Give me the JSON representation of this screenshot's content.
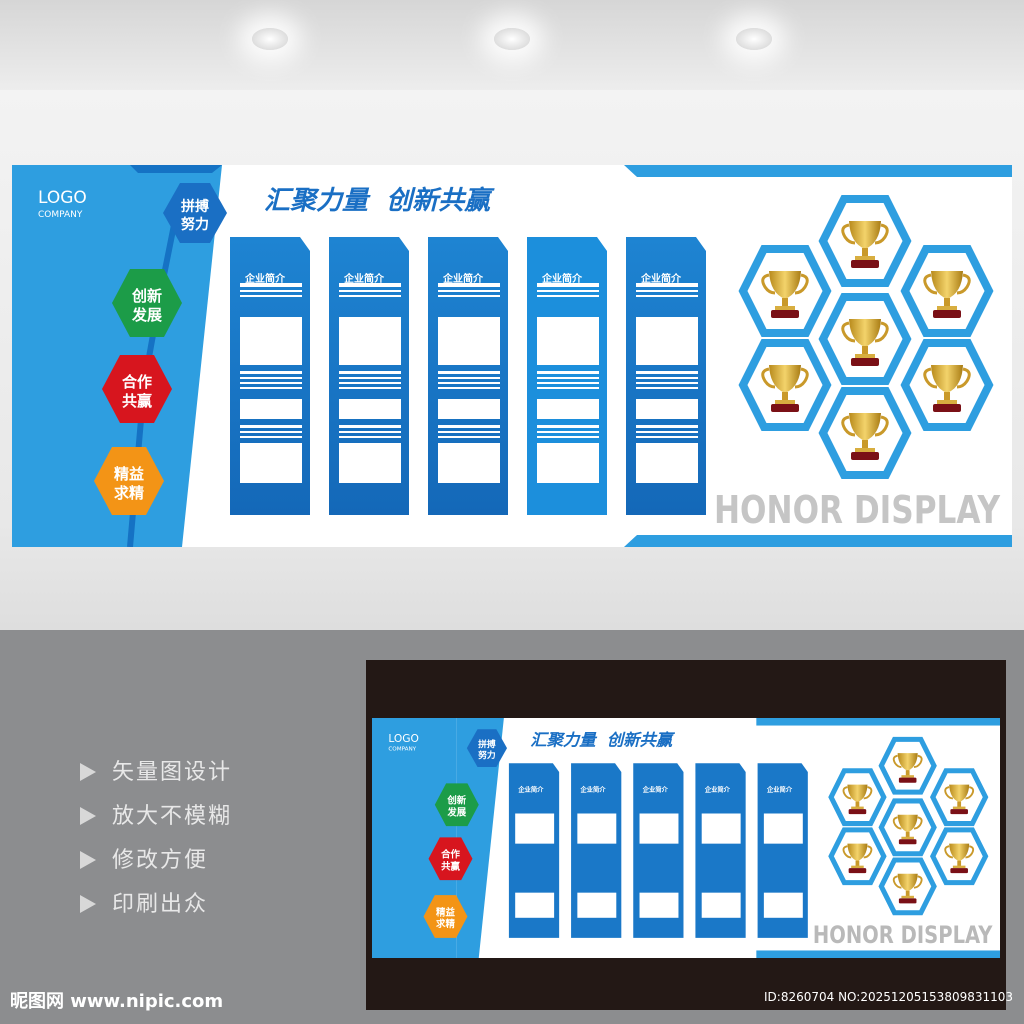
{
  "board": {
    "logo": "LOGO",
    "company": "COMPANY",
    "slogan": "汇聚力量  创新共赢",
    "hexes": [
      {
        "line1": "拼搏",
        "line2": "努力",
        "color": "#1a6fc4"
      },
      {
        "line1": "创新",
        "line2": "发展",
        "color": "#1c9c48"
      },
      {
        "line1": "合作",
        "line2": "共赢",
        "color": "#d7151e"
      },
      {
        "line1": "精益",
        "line2": "求精",
        "color": "#f39416"
      }
    ],
    "panels": [
      {
        "title": "企业简介"
      },
      {
        "title": "企业简介"
      },
      {
        "title": "企业简介"
      },
      {
        "title": "企业简介"
      },
      {
        "title": "企业简介"
      }
    ],
    "honor": "HONOR DISPLAY",
    "colors": {
      "blue": "#2e9ee0",
      "dark_blue": "#1572c4",
      "trophy": "#d4a72c",
      "honor_gray": "#c5c5c5"
    }
  },
  "features": [
    "矢量图设计",
    "放大不模糊",
    "修改方便",
    "印刷出众"
  ],
  "watermark": {
    "site": "昵图网 www.nipic.com",
    "id": "ID:8260704 NO:20251205153809831103"
  }
}
